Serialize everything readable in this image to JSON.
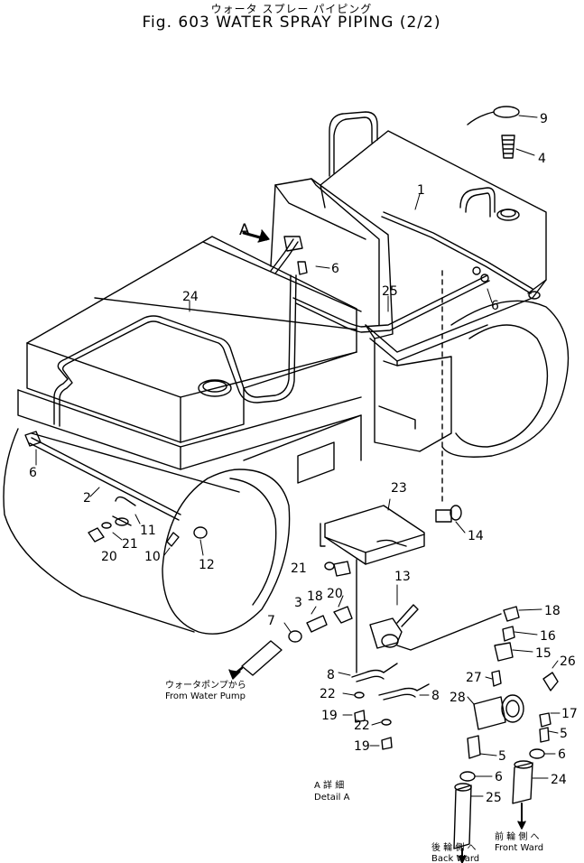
{
  "header": {
    "title_jp": "ウォータ スプレー パイピング",
    "title": "Fig. 603 WATER SPRAY PIPING (2/2)"
  },
  "view_marker": "A",
  "callouts": [
    "9",
    "4",
    "1",
    "6",
    "6",
    "25",
    "24",
    "6",
    "2",
    "11",
    "21",
    "20",
    "10",
    "12",
    "23",
    "14",
    "13",
    "21",
    "20",
    "18",
    "3",
    "7",
    "18",
    "16",
    "15",
    "26",
    "27",
    "28",
    "17",
    "5",
    "5",
    "6",
    "6",
    "24",
    "25",
    "8",
    "8",
    "22",
    "19",
    "22",
    "19"
  ],
  "annotations": {
    "from_pump_jp": "ウォータポンプから",
    "from_pump": "From Water Pump",
    "detail_jp": "A 詳 細",
    "detail": "Detail A",
    "back_jp": "後 輪 側 へ",
    "back": "Back Ward",
    "front_jp": "前 輪 側 へ",
    "front": "Front Ward"
  }
}
